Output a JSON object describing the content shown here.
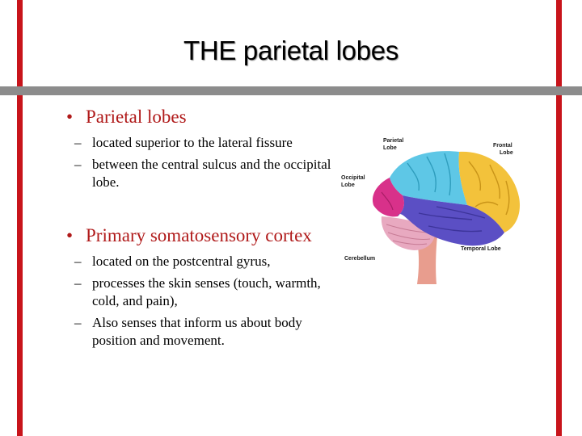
{
  "slide": {
    "title": "THE parietal lobes"
  },
  "bullets": [
    {
      "heading": "Parietal lobes",
      "subs": [
        "located superior to the lateral fissure",
        "between the central sulcus and the occipital lobe."
      ]
    },
    {
      "heading": "Primary somatosensory cortex",
      "subs": [
        "located on the postcentral gyrus,",
        "processes the skin senses (touch, warmth, cold, and pain),",
        "Also senses that inform us about body position and movement."
      ]
    }
  ],
  "diagram": {
    "labels": {
      "parietal_1": "Parietal",
      "parietal_2": "Lobe",
      "frontal_1": "Frontal",
      "frontal_2": "Lobe",
      "occipital_1": "Occipital",
      "occipital_2": "Lobe",
      "cerebellum": "Cerebellum",
      "temporal": "Temporal Lobe"
    },
    "colors": {
      "frame_red": "#c8141b",
      "bar_gray": "#8c8c8c",
      "bullet_red": "#b01a1a",
      "frontal": "#f3c23b",
      "parietal": "#5ec7e6",
      "occipital": "#d8318a",
      "temporal": "#5b4fc4",
      "cerebellum": "#e8a9c0",
      "stem": "#e89d8e"
    }
  }
}
